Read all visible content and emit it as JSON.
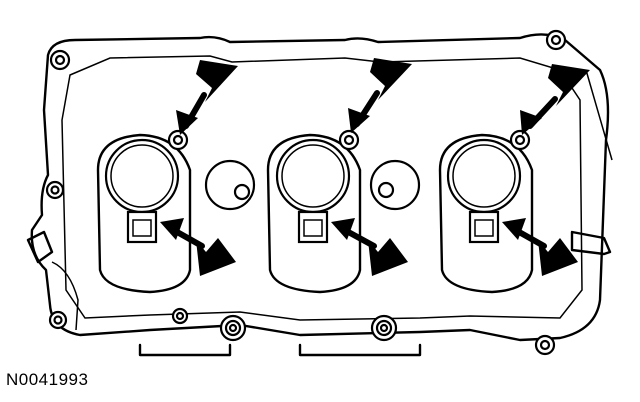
{
  "figure": {
    "reference_number": "N0041993",
    "components": {
      "cover_outline": "cover-outline",
      "coil_openings": 3,
      "arrows": 6
    },
    "colors": {
      "line": "#000000",
      "background": "#ffffff"
    }
  }
}
